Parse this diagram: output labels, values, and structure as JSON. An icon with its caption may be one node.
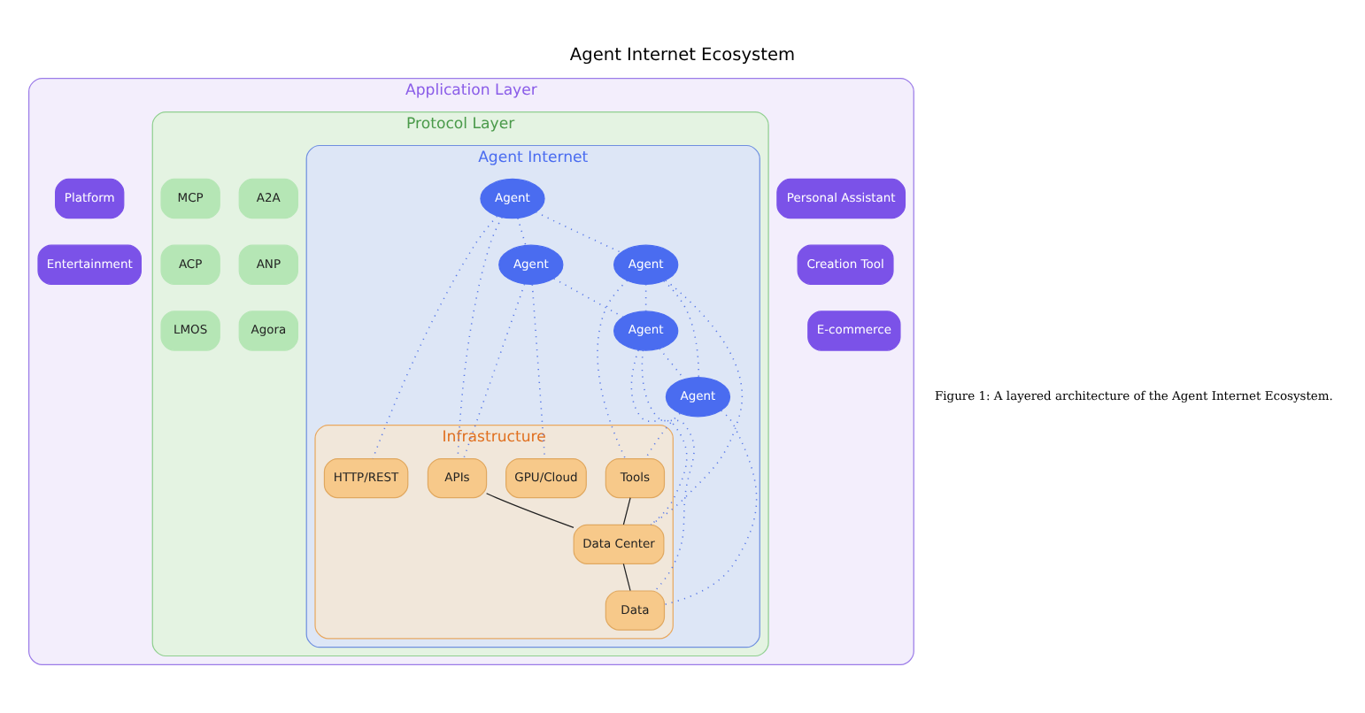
{
  "diagram": {
    "title": "Agent Internet Ecosystem",
    "caption": "Figure 1: A layered architecture of the Agent Internet Ecosystem.",
    "nodes": [
      {
        "text": [
          "Application Layer"
        ]
      },
      {
        "text": [
          "Personal Assistant"
        ],
        "in": 0
      },
      {
        "text": [
          "Platform"
        ],
        "in": 0
      },
      {
        "text": [
          "Creation Tool"
        ],
        "in": 0
      },
      {
        "text": [
          "Entertainment"
        ],
        "in": 0
      },
      {
        "text": [
          "E-commerce"
        ],
        "in": 0
      },
      {
        "text": [
          "Protocol Layer"
        ],
        "in": 0
      },
      {
        "text": [
          "A2A"
        ],
        "in": 6
      },
      {
        "text": [
          "MCP"
        ],
        "in": 6
      },
      {
        "text": [
          "ANP"
        ],
        "in": 6
      },
      {
        "text": [
          "ACP"
        ],
        "in": 6
      },
      {
        "text": [
          "Agora"
        ],
        "in": 6
      },
      {
        "text": [
          "LMOS"
        ],
        "in": 6
      },
      {
        "text": [
          "Agent Internet"
        ],
        "in": 6
      },
      {
        "text": [
          "Agent"
        ],
        "in": 13
      },
      {
        "text": [
          "Agent"
        ],
        "in": 13
      },
      {
        "text": [
          "Agent"
        ],
        "in": 13
      },
      {
        "text": [
          "Agent"
        ],
        "in": 13
      },
      {
        "text": [
          "Agent"
        ],
        "in": 13
      },
      {
        "text": [
          "Infrastructure"
        ],
        "in": 13
      },
      {
        "text": [
          "HTTP/REST"
        ],
        "in": 19
      },
      {
        "text": [
          "APIs"
        ],
        "in": 19
      },
      {
        "text": [
          "GPU/Cloud"
        ],
        "in": 19
      },
      {
        "text": [
          "Tools"
        ],
        "in": 19
      },
      {
        "text": [
          "Data Center"
        ],
        "in": 19
      },
      {
        "text": [
          "Data"
        ],
        "in": 19
      }
    ],
    "edges": [
      {
        "from": 14,
        "to": 15,
        "arrow": "none",
        "style": "dashed"
      },
      {
        "from": 14,
        "to": 16,
        "arrow": "none",
        "style": "dashed"
      },
      {
        "from": 15,
        "to": 17,
        "arrow": "none",
        "style": "dashed"
      },
      {
        "from": 16,
        "to": 17,
        "arrow": "none",
        "style": "dashed"
      },
      {
        "from": 16,
        "to": 18,
        "arrow": "none",
        "style": "dashed"
      },
      {
        "from": 17,
        "to": 18,
        "arrow": "none",
        "style": "dashed"
      },
      {
        "from": 14,
        "to": 20,
        "arrow": "none",
        "style": "dashed"
      },
      {
        "from": 14,
        "to": 21,
        "arrow": "none",
        "style": "dashed"
      },
      {
        "from": 15,
        "to": 21,
        "arrow": "none",
        "style": "dashed"
      },
      {
        "from": 15,
        "to": 22,
        "arrow": "none",
        "style": "dashed"
      },
      {
        "from": 16,
        "to": 23,
        "arrow": "none",
        "style": "dashed"
      },
      {
        "from": 16,
        "to": 24,
        "arrow": "none",
        "style": "dashed"
      },
      {
        "from": 17,
        "to": 25,
        "arrow": "none",
        "style": "dashed"
      },
      {
        "from": 17,
        "to": 24,
        "arrow": "none",
        "style": "dashed"
      },
      {
        "from": 18,
        "to": 23,
        "arrow": "none",
        "style": "dashed"
      },
      {
        "from": 18,
        "to": 25,
        "arrow": "none",
        "style": "dashed"
      },
      {
        "from": 21,
        "to": 24,
        "arrow": "none",
        "color": "#222222"
      },
      {
        "from": 23,
        "to": 24,
        "arrow": "none",
        "color": "#222222"
      },
      {
        "from": 24,
        "to": 25,
        "arrow": "none",
        "color": "#222222"
      }
    ]
  }
}
